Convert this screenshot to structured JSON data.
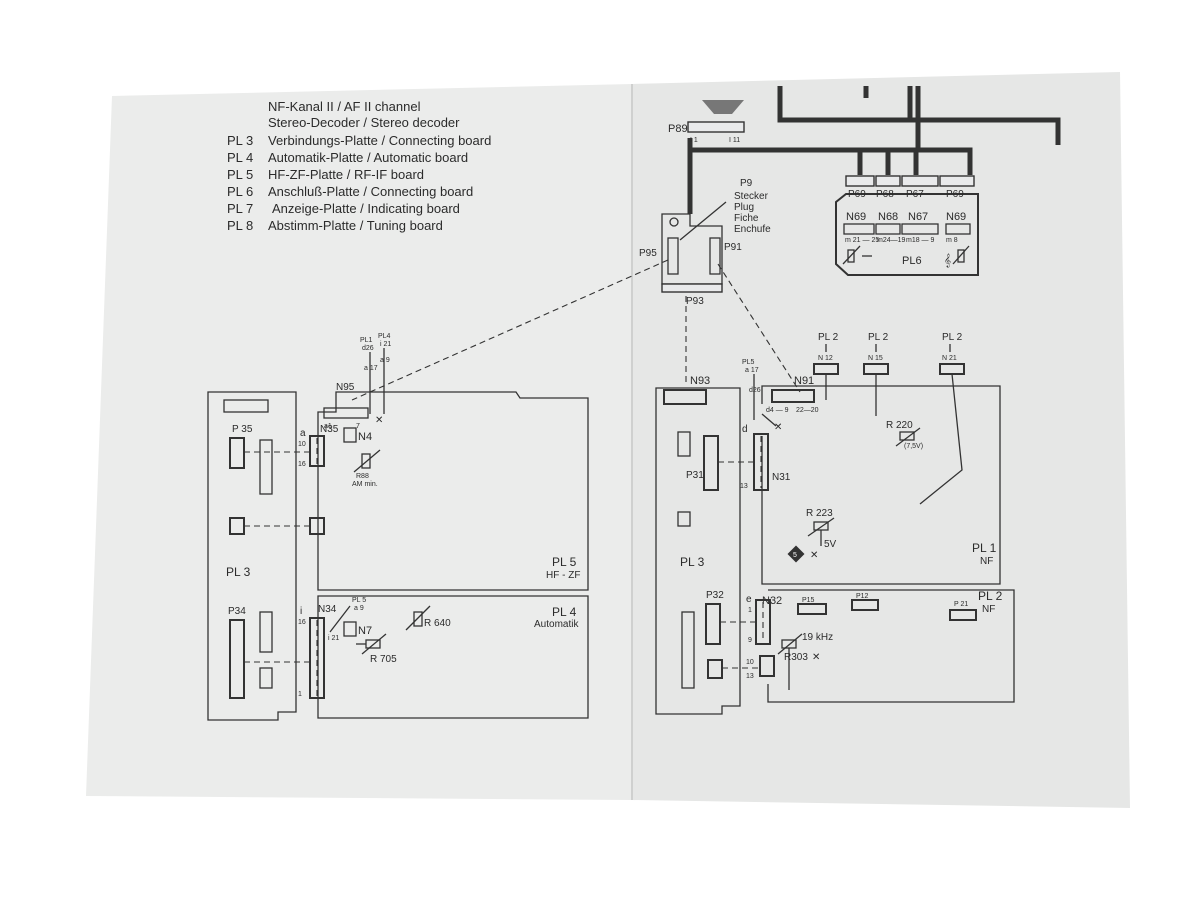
{
  "legend": {
    "header_lines": [
      "NF-Kanal II / AF II channel",
      "Stereo-Decoder / Stereo decoder"
    ],
    "items": [
      {
        "code": "PL 3",
        "text": "Verbindungs-Platte / Connecting board"
      },
      {
        "code": "PL 4",
        "text": "Automatik-Platte / Automatic board"
      },
      {
        "code": "PL 5",
        "text": "HF-ZF-Platte / RF-IF board"
      },
      {
        "code": "PL 6",
        "text": "Anschluß-Platte / Connecting board"
      },
      {
        "code": "PL 7",
        "text": "Anzeige-Platte / Indicating board"
      },
      {
        "code": "PL 8",
        "text": "Abstimm-Platte / Tuning board"
      }
    ]
  },
  "plug": {
    "code": "P9",
    "lines": [
      "Stecker",
      "Plug",
      "Fiche",
      "Enchufe"
    ],
    "p95": "P95",
    "p91": "P91",
    "p93": "P93",
    "p89": "P89",
    "p89_pins": [
      "I 1",
      "I 11"
    ]
  },
  "pl6": {
    "label": "PL6",
    "plugs": [
      "P69",
      "P68",
      "P67",
      "P69"
    ],
    "sockets": [
      "N69",
      "N68",
      "N67",
      "N69"
    ],
    "pins": [
      "m 21 — 25",
      "m24—19",
      "m18 — 9",
      "m 8"
    ]
  },
  "left": {
    "pl3": "PL 3",
    "p35": "P 35",
    "p34": "P34",
    "n35": "N35",
    "n34": "N34",
    "n95": "N95",
    "n95_pins": [
      "a1",
      "7"
    ],
    "n4": "N4",
    "n7": "N7",
    "r88": "R88",
    "r88_sub": "AM min.",
    "r640": "R 640",
    "r705": "R 705",
    "pl5_label": "PL 5",
    "pl5_sub": "HF - ZF",
    "pl4_label": "PL 4",
    "pl4_sub": "Automatik",
    "ref_pl1": "PL1",
    "ref_pl4": "PL4",
    "ref_pl5": "PL 5",
    "pin_d26": "d26",
    "pin_i21": "i 21",
    "pin_a17": "a 17",
    "pin_a9": "a 9",
    "pin_a": "a",
    "pin_10": "10",
    "pin_16": "16",
    "pin_i": "i",
    "pin_i16": "16",
    "pin_i21b": "i 21",
    "pin_1": "1",
    "pin_a9b": "a 9"
  },
  "right": {
    "pl3": "PL 3",
    "p31": "P31",
    "p32": "P32",
    "n31": "N31",
    "n32": "N32",
    "n91": "N91",
    "n93": "N93",
    "n91_pins": [
      "d4 — 9",
      "22—20"
    ],
    "n12": "N 12",
    "n15": "N 15",
    "n21": "N 21",
    "pl2_refs": [
      "PL 2",
      "PL 2",
      "PL 2"
    ],
    "ref_pl5": "PL5",
    "pin_a17": "a 17",
    "pin_d26": "d26",
    "pin_d": "d",
    "pin_13": "13",
    "pin_e": "e",
    "pin_1": "1",
    "pin_9": "9",
    "pin_10": "10",
    "pin_13b": "13",
    "r220": "R 220",
    "r220_sub": "(7,5V)",
    "r223": "R 223",
    "v5": "5V",
    "marker": "5",
    "r303": "R303",
    "freq": "19 kHz",
    "pl1_label": "PL 1",
    "pl1_sub": "NF",
    "pl2_label": "PL 2",
    "pl2_sub": "NF",
    "p15": "P15",
    "p12": "P12",
    "p21": "P 21"
  }
}
